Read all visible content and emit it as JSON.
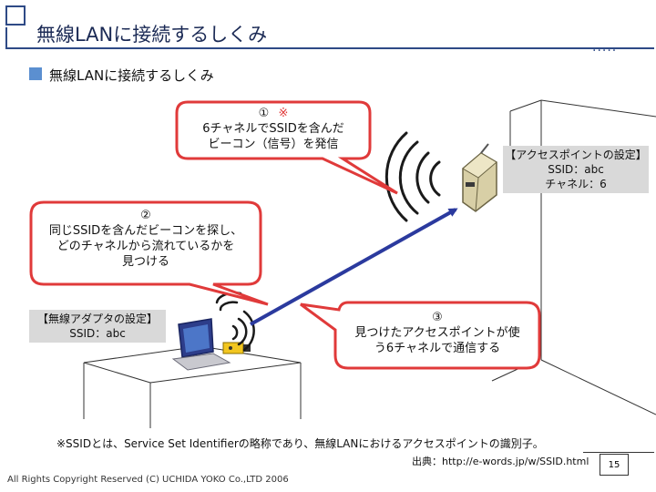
{
  "header": {
    "title": "無線LANに接続するしくみ",
    "dots": "....."
  },
  "section": {
    "heading": "無線LANに接続するしくみ"
  },
  "callouts": {
    "step1": {
      "number": "①",
      "mark": "※",
      "line1": "6チャネルでSSIDを含んだ",
      "line2": "ビーコン（信号）を発信"
    },
    "step2": {
      "number": "②",
      "line1": "同じSSIDを含んだビーコンを探し、",
      "line2": "どのチャネルから流れているかを",
      "line3": "見つける"
    },
    "step3": {
      "number": "③",
      "line1": "見つけたアクセスポイントが使",
      "line2": "う6チャネルで通信する"
    }
  },
  "ap_settings": {
    "title": "【アクセスポイントの設定】",
    "ssid": "SSID：abc",
    "channel": "チャネル：6"
  },
  "adapter_settings": {
    "title": "【無線アダプタの設定】",
    "ssid": "SSID：abc"
  },
  "footnote": "※SSIDとは、Service Set Identifierの略称であり、無線LANにおけるアクセスポイントの識別子。",
  "source": "出典：http://e-words.jp/w/SSID.html",
  "copyright": "All Rights Copyright Reserved (C) UCHIDA YOKO Co.,LTD 2006",
  "page_number": "15",
  "colors": {
    "callout_border": "#e03a3a",
    "arrow": "#2b3a9e",
    "accent": "#2e4a86",
    "label_bg": "#d9d9d9"
  }
}
